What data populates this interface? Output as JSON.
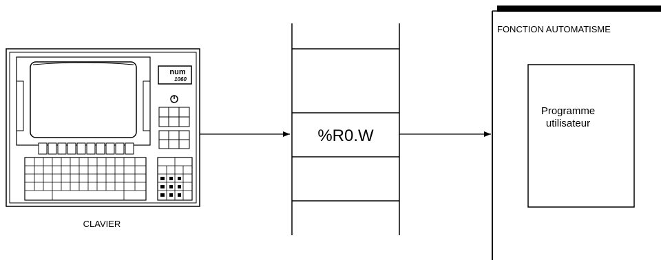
{
  "keyboard": {
    "label": "CLAVIER",
    "brand": "num",
    "model": "1060"
  },
  "register": {
    "label": "%R0.W"
  },
  "function_block": {
    "title": "FONCTION AUTOMATISME",
    "program_label_line1": "Programme",
    "program_label_line2": "utilisateur"
  }
}
